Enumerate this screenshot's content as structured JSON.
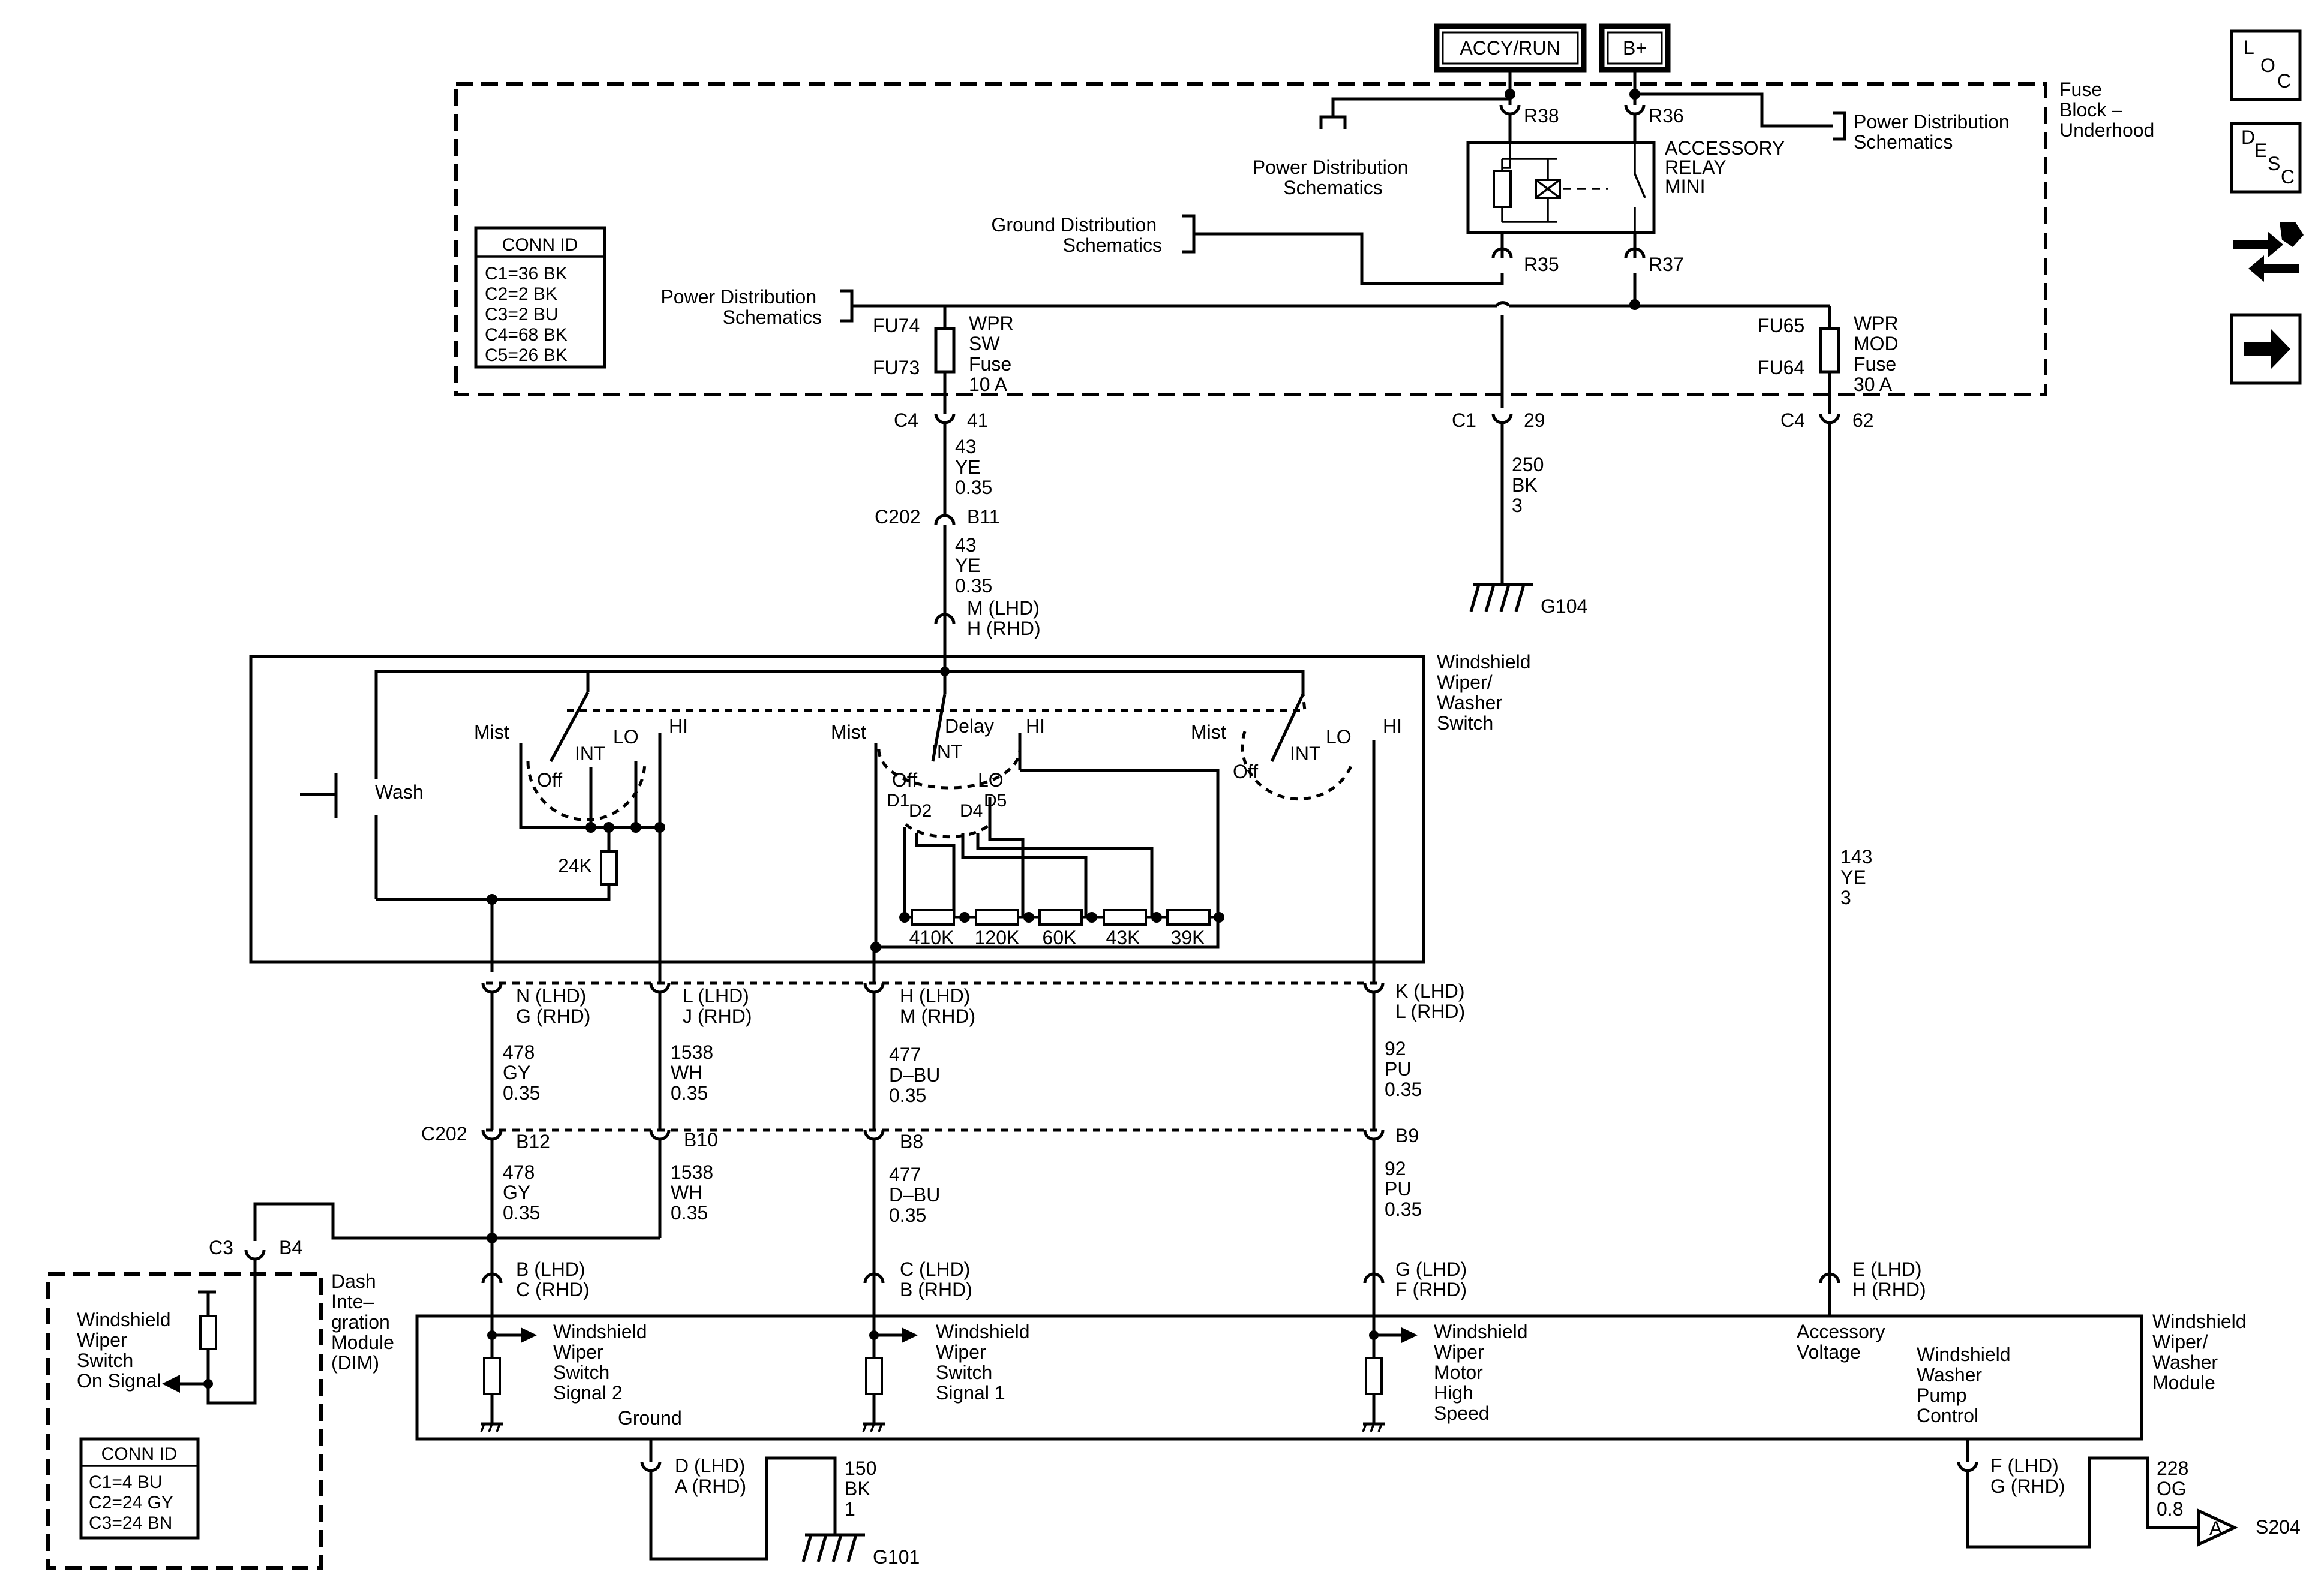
{
  "top_buttons": {
    "accy_run": "ACCY/RUN",
    "bplus": "B+"
  },
  "side_icons": {
    "loc": [
      "L",
      "O",
      "C"
    ],
    "desc": [
      "D",
      "E",
      "S",
      "C"
    ]
  },
  "fuse_block": {
    "title": [
      "Fuse",
      "Block –",
      "Underhood"
    ],
    "relay": [
      "ACCESSORY",
      "RELAY",
      "MINI"
    ],
    "terminals": {
      "r38": "R38",
      "r36": "R36",
      "r35": "R35",
      "r37": "R37"
    },
    "power_dist_a": [
      "Power Distribution",
      "Schematics"
    ],
    "power_dist_b": [
      "Power Distribution",
      "Schematics"
    ],
    "power_dist_c": [
      "Power Distribution",
      "Schematics"
    ],
    "ground_dist": [
      "Ground Distribution",
      "Schematics"
    ],
    "fuse_left": {
      "top": "FU74",
      "bottom": "FU73",
      "desc": [
        "WPR",
        "SW",
        "Fuse",
        "10 A"
      ]
    },
    "fuse_right": {
      "top": "FU65",
      "bottom": "FU64",
      "desc": [
        "WPR",
        "MOD",
        "Fuse",
        "30 A"
      ]
    },
    "conn_id": {
      "title": "CONN ID",
      "rows": [
        "C1=36 BK",
        "C2=2 BK",
        "C3=2 BU",
        "C4=68 BK",
        "C5=26 BK"
      ]
    }
  },
  "connectors_upper": {
    "c4_41": [
      "C4",
      "41"
    ],
    "c1_29": [
      "C1",
      "29"
    ],
    "c4_62": [
      "C4",
      "62"
    ],
    "c202_b11": [
      "C202",
      "B11"
    ],
    "switch_in": [
      "M (LHD)",
      "H (RHD)"
    ]
  },
  "wires_upper": {
    "w43a": [
      "43",
      "YE",
      "0.35"
    ],
    "w43b": [
      "43",
      "YE",
      "0.35"
    ],
    "w250": [
      "250",
      "BK",
      "3"
    ],
    "w143": [
      "143",
      "YE",
      "3"
    ]
  },
  "grounds": {
    "g104": "G104",
    "g101": "G101"
  },
  "switch": {
    "title": [
      "Windshield",
      "Wiper/",
      "Washer",
      "Switch"
    ],
    "wash": "Wash",
    "left_sel": {
      "mist": "Mist",
      "int": "INT",
      "lo": "LO",
      "hi": "HI",
      "off": "Off"
    },
    "mid_sel": {
      "mist": "Mist",
      "delay": "Delay",
      "hi": "HI",
      "int": "INT",
      "off": "Off",
      "lo": "LO",
      "d1": "D1",
      "d2": "D2",
      "d4": "D4",
      "d5": "D5"
    },
    "right_sel": {
      "mist": "Mist",
      "int": "INT",
      "lo": "LO",
      "hi": "HI",
      "off": "Off"
    },
    "r24k": "24K",
    "resistors": [
      "410K",
      "120K",
      "60K",
      "43K",
      "39K"
    ]
  },
  "switch_pins": {
    "p1": [
      "N (LHD)",
      "G (RHD)"
    ],
    "p2": [
      "L (LHD)",
      "J (RHD)"
    ],
    "p3": [
      "H (LHD)",
      "M (RHD)"
    ],
    "p4": [
      "K (LHD)",
      "L (RHD)"
    ]
  },
  "wires_mid": {
    "a1": [
      "478",
      "GY",
      "0.35"
    ],
    "a2": [
      "1538",
      "WH",
      "0.35"
    ],
    "a3": [
      "477",
      "D–BU",
      "0.35"
    ],
    "a4": [
      "92",
      "PU",
      "0.35"
    ]
  },
  "c202_lower": {
    "conn": "C202",
    "pins": [
      "B12",
      "B10",
      "B8",
      "B9"
    ]
  },
  "wires_low": {
    "b1": [
      "478",
      "GY",
      "0.35"
    ],
    "b2": [
      "1538",
      "WH",
      "0.35"
    ],
    "b3": [
      "477",
      "D–BU",
      "0.35"
    ],
    "b4": [
      "92",
      "PU",
      "0.35"
    ]
  },
  "dim": {
    "conn": [
      "C3",
      "B4"
    ],
    "title": [
      "Dash",
      "Inte–",
      "gration",
      "Module",
      "(DIM)"
    ],
    "signal": [
      "Windshield",
      "Wiper",
      "Switch",
      "On Signal"
    ],
    "conn_id": {
      "title": "CONN ID",
      "rows": [
        "C1=4 BU",
        "C2=24 GY",
        "C3=24 BN"
      ]
    }
  },
  "module_pins": {
    "m1": [
      "B (LHD)",
      "C (RHD)"
    ],
    "m2": [
      "C (LHD)",
      "B (RHD)"
    ],
    "m3": [
      "G (LHD)",
      "F (RHD)"
    ],
    "m4": [
      "E (LHD)",
      "H (RHD)"
    ],
    "m5": [
      "D (LHD)",
      "A (RHD)"
    ],
    "m6": [
      "F (LHD)",
      "G (RHD)"
    ]
  },
  "module": {
    "title": [
      "Windshield",
      "Wiper/",
      "Washer",
      "Module"
    ],
    "sig2": [
      "Windshield",
      "Wiper",
      "Switch",
      "Signal 2"
    ],
    "ground": "Ground",
    "sig1": [
      "Windshield",
      "Wiper",
      "Switch",
      "Signal 1"
    ],
    "motor": [
      "Windshield",
      "Wiper",
      "Motor",
      "High",
      "Speed"
    ],
    "acc": [
      "Accessory",
      "Voltage"
    ],
    "pump": [
      "Windshield",
      "Washer",
      "Pump",
      "Control"
    ]
  },
  "wires_bottom": {
    "w150": [
      "150",
      "BK",
      "1"
    ],
    "w228": [
      "228",
      "OG",
      "0.8"
    ]
  },
  "offpage": {
    "letter": "A",
    "ref": "S204"
  }
}
